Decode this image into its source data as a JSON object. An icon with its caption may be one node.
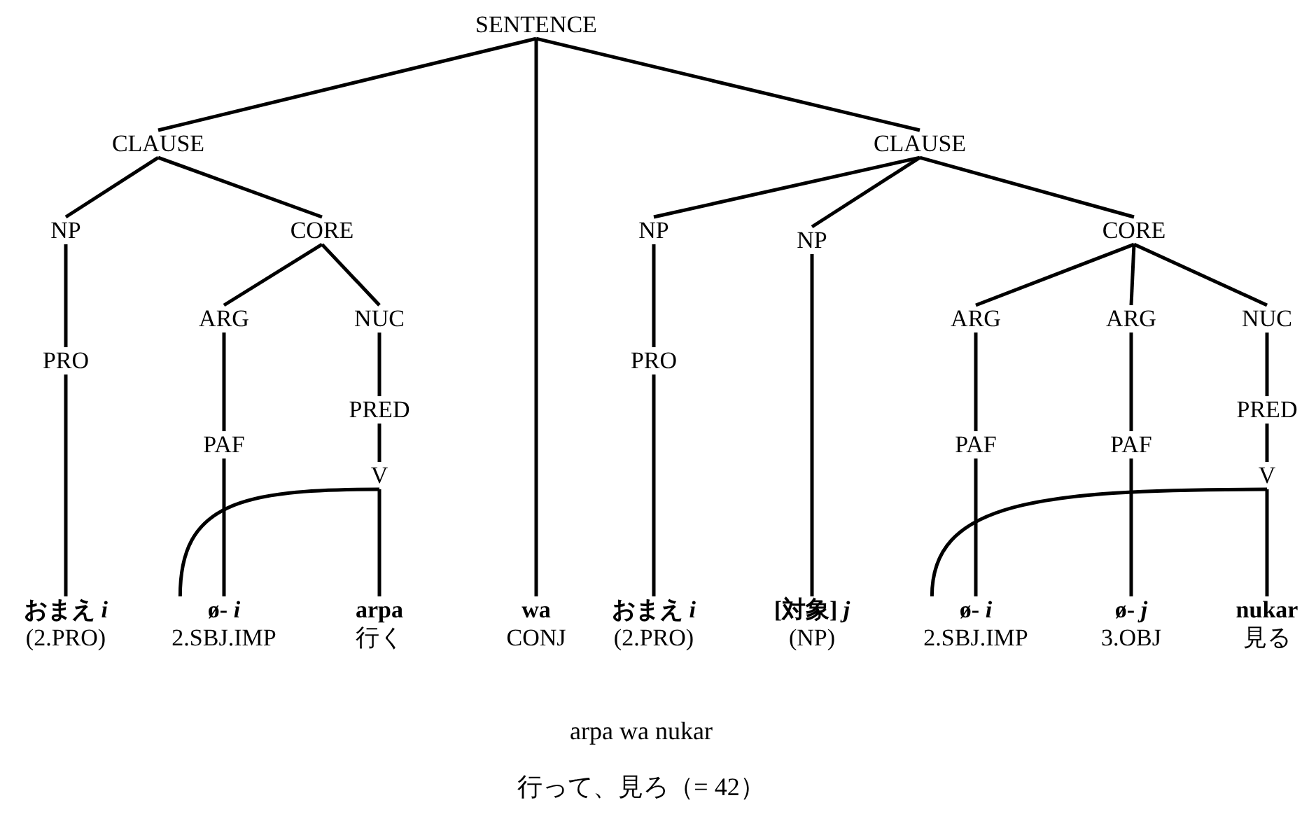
{
  "diagram": {
    "nodes": [
      {
        "text": [
          "SENTENCE"
        ]
      },
      {
        "text": [
          "CLAUSE"
        ]
      },
      {
        "text": [
          "NP"
        ]
      },
      {
        "text": [
          "PRO"
        ]
      },
      {
        "text": [
          "CORE"
        ]
      },
      {
        "text": [
          "ARG"
        ]
      },
      {
        "text": [
          "PAF"
        ]
      },
      {
        "text": [
          "NUC"
        ]
      },
      {
        "text": [
          "PRED"
        ]
      },
      {
        "text": [
          "V"
        ]
      },
      {
        "text": [
          "CLAUSE"
        ]
      },
      {
        "text": [
          "NP"
        ]
      },
      {
        "text": [
          "PRO"
        ]
      },
      {
        "text": [
          "NP"
        ]
      },
      {
        "text": [
          "CORE"
        ]
      },
      {
        "text": [
          "ARG"
        ]
      },
      {
        "text": [
          "PAF"
        ]
      },
      {
        "text": [
          "ARG"
        ]
      },
      {
        "text": [
          "PAF"
        ]
      },
      {
        "text": [
          "NUC"
        ]
      },
      {
        "text": [
          "PRED"
        ]
      },
      {
        "text": [
          "V"
        ]
      },
      {
        "text": [
          "**おまえ** *i*",
          "(2.PRO)"
        ]
      },
      {
        "text": [
          "**ø-**  *i*",
          "2.SBJ.IMP"
        ]
      },
      {
        "text": [
          "arpa",
          "行く"
        ]
      },
      {
        "text": [
          "wa",
          "CONJ"
        ]
      },
      {
        "text": [
          "**おまえ** *i*",
          "(2.PRO)"
        ]
      },
      {
        "text": [
          "**[対象]** *j*",
          "(NP)"
        ]
      },
      {
        "text": [
          "**ø-**  *i*",
          "2.SBJ.IMP"
        ]
      },
      {
        "text": [
          "**ø-** *j*",
          "3.OBJ"
        ]
      },
      {
        "text": [
          "nukar",
          "見る"
        ]
      }
    ],
    "edges": [
      {
        "from": 0,
        "to": 1,
        "arrow": "none"
      },
      {
        "from": 0,
        "to": 25,
        "arrow": "none"
      },
      {
        "from": 0,
        "to": 10,
        "arrow": "none"
      },
      {
        "from": 1,
        "to": 2,
        "arrow": "none"
      },
      {
        "from": 1,
        "to": 4,
        "arrow": "none"
      },
      {
        "from": 2,
        "to": 3,
        "arrow": "none"
      },
      {
        "from": 3,
        "to": 22,
        "arrow": "none"
      },
      {
        "from": 4,
        "to": 5,
        "arrow": "none"
      },
      {
        "from": 4,
        "to": 7,
        "arrow": "none"
      },
      {
        "from": 5,
        "to": 6,
        "arrow": "none"
      },
      {
        "from": 6,
        "to": 23,
        "arrow": "none"
      },
      {
        "from": 7,
        "to": 8,
        "arrow": "none"
      },
      {
        "from": 8,
        "to": 9,
        "arrow": "none"
      },
      {
        "from": 9,
        "to": 24,
        "arrow": "none"
      },
      {
        "from": 10,
        "to": 11,
        "arrow": "none"
      },
      {
        "from": 10,
        "to": 13,
        "arrow": "none"
      },
      {
        "from": 10,
        "to": 14,
        "arrow": "none"
      },
      {
        "from": 11,
        "to": 12,
        "arrow": "none"
      },
      {
        "from": 12,
        "to": 26,
        "arrow": "none"
      },
      {
        "from": 13,
        "to": 27,
        "arrow": "none"
      },
      {
        "from": 14,
        "to": 15,
        "arrow": "none"
      },
      {
        "from": 14,
        "to": 17,
        "arrow": "none"
      },
      {
        "from": 14,
        "to": 19,
        "arrow": "none"
      },
      {
        "from": 15,
        "to": 16,
        "arrow": "none"
      },
      {
        "from": 16,
        "to": 28,
        "arrow": "none"
      },
      {
        "from": 17,
        "to": 18,
        "arrow": "none"
      },
      {
        "from": 18,
        "to": 29,
        "arrow": "none"
      },
      {
        "from": 19,
        "to": 20,
        "arrow": "none"
      },
      {
        "from": 20,
        "to": 21,
        "arrow": "none"
      },
      {
        "from": 21,
        "to": 30,
        "arrow": "none"
      },
      {
        "from": 23,
        "to": 9,
        "arrow": "none"
      },
      {
        "from": 28,
        "to": 21,
        "arrow": "none"
      }
    ],
    "labels": [
      "arpa wa nukar",
      "行って、見ろ（= 42）"
    ]
  }
}
